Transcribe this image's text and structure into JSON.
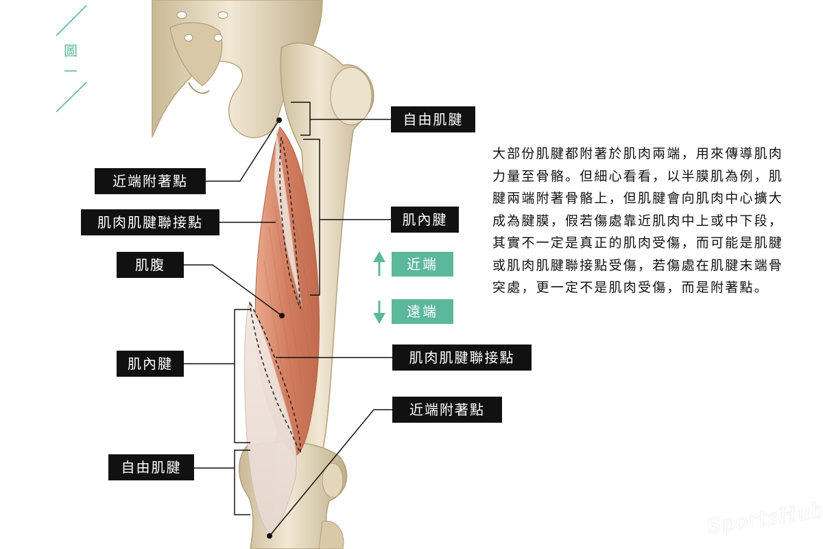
{
  "figure_number": "圖一",
  "labels": {
    "proximal_attachment_left": "近端附著點",
    "mtj_left": "肌肉肌腱聯接點",
    "muscle_belly": "肌腹",
    "intramuscular_tendon_left": "肌內腱",
    "free_tendon_left": "自由肌腱",
    "free_tendon_right": "自由肌腱",
    "intramuscular_tendon_right": "肌內腱",
    "mtj_right": "肌肉肌腱聯接點",
    "proximal_attachment_right": "近端附著點"
  },
  "directions": {
    "proximal": "近端",
    "distal": "遠端"
  },
  "description": "大部份肌腱都附著於肌肉兩端，用來傳導肌肉力量至骨骼。但細心看看，以半膜肌為例，肌腱兩端附著骨骼上，但肌腱會向肌肉中心擴大成為腱膜，假若傷處靠近肌肉中上或中下段，其實不一定是真正的肌肉受傷，而可能是肌腱或肌肉肌腱聯接點受傷，若傷處在肌腱末端骨突處，更一定不是肌肉受傷，而是附著點。",
  "logo_text": "SportsHub",
  "colors": {
    "accent": "#5bb89a",
    "label_bg": "#111111",
    "bone": "#e9dcc2",
    "muscle": "#d2856a",
    "tendon": "#efe6e0"
  }
}
